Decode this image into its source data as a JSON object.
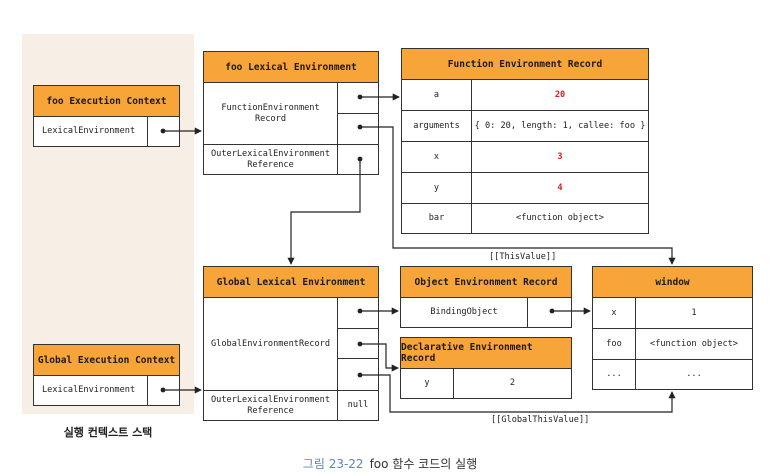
{
  "execution_context_stack": {
    "caption": "실행 컨텍스트 스택",
    "foo_context": {
      "title": "foo Execution Context",
      "field": "LexicalEnvironment"
    },
    "global_context": {
      "title": "Global Execution Context",
      "field": "LexicalEnvironment"
    }
  },
  "foo_lexical_environment": {
    "title": "foo Lexical Environment",
    "record_label": "FunctionEnvironment Record",
    "outer_label": "OuterLexicalEnvironment Reference"
  },
  "function_environment_record": {
    "title": "Function Environment Record",
    "rows": [
      {
        "key": "a",
        "value": "20",
        "highlight": true
      },
      {
        "key": "arguments",
        "value": "{ 0: 20, length: 1, callee: foo }",
        "highlight": false
      },
      {
        "key": "x",
        "value": "3",
        "highlight": true
      },
      {
        "key": "y",
        "value": "4",
        "highlight": true
      },
      {
        "key": "bar",
        "value": "<function object>",
        "highlight": false
      }
    ]
  },
  "global_lexical_environment": {
    "title": "Global Lexical Environment",
    "record_label": "GlobalEnvironmentRecord",
    "outer_label": "OuterLexicalEnvironment Reference",
    "outer_value": "null"
  },
  "object_environment_record": {
    "title": "Object Environment Record",
    "field": "BindingObject"
  },
  "declarative_environment_record": {
    "title": "Declarative Environment Record",
    "rows": [
      {
        "key": "y",
        "value": "2"
      }
    ]
  },
  "window": {
    "title": "window",
    "rows": [
      {
        "key": "x",
        "value": "1"
      },
      {
        "key": "foo",
        "value": "<function object>"
      },
      {
        "key": "...",
        "value": "..."
      }
    ]
  },
  "edge_labels": {
    "this_value": "[[ThisValue]]",
    "global_this_value": "[[GlobalThisValue]]"
  },
  "figure_caption": {
    "number": "그림 23-22",
    "text": "foo 함수 코드의 실행"
  },
  "colors": {
    "header": "#f7a438",
    "highlight_value": "#d81e1e",
    "stack_background": "#f7eee6",
    "caption_number": "#5b86b8"
  }
}
